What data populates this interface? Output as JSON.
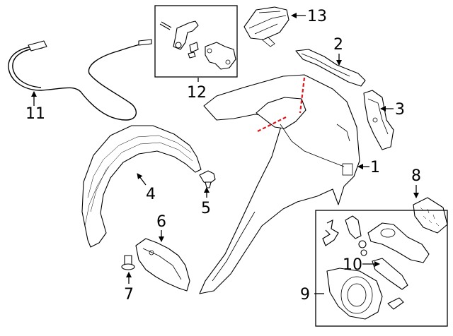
{
  "diagram": {
    "callouts": [
      {
        "id": "c1",
        "label": "1"
      },
      {
        "id": "c2",
        "label": "2"
      },
      {
        "id": "c3",
        "label": "3"
      },
      {
        "id": "c4",
        "label": "4"
      },
      {
        "id": "c5",
        "label": "5"
      },
      {
        "id": "c6",
        "label": "6"
      },
      {
        "id": "c7",
        "label": "7"
      },
      {
        "id": "c8",
        "label": "8"
      },
      {
        "id": "c9",
        "label": "9"
      },
      {
        "id": "c10",
        "label": "10"
      },
      {
        "id": "c11",
        "label": "11"
      },
      {
        "id": "c12",
        "label": "12"
      },
      {
        "id": "c13",
        "label": "13"
      }
    ],
    "colors": {
      "line": "#000000",
      "background": "#ffffff",
      "cut_line": "#e0141e"
    }
  }
}
